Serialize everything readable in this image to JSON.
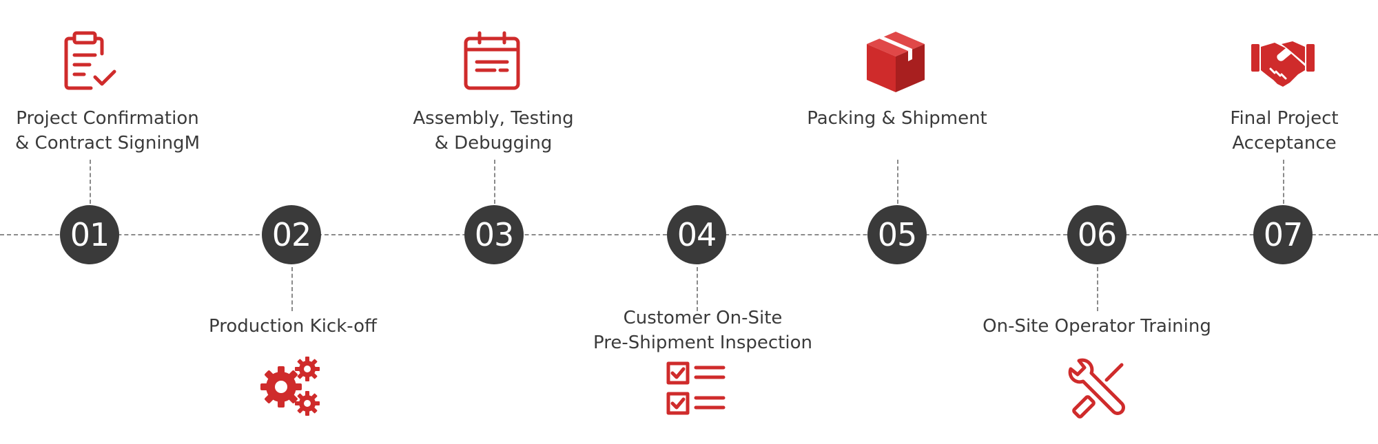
{
  "colors": {
    "accent": "#cf2b2b",
    "circle": "#3a3a3a",
    "text": "#3a3a3a",
    "dashes": "#8a8a8a"
  },
  "steps": [
    {
      "number": "01",
      "label": "Project Confirmation\n& Contract SigningM",
      "icon": "contract-checklist-icon"
    },
    {
      "number": "02",
      "label": "Production Kick-off",
      "icon": "gears-icon"
    },
    {
      "number": "03",
      "label": "Assembly, Testing\n& Debugging",
      "icon": "calendar-icon"
    },
    {
      "number": "04",
      "label": "Customer On-Site\nPre-Shipment Inspection",
      "icon": "checklist-icon"
    },
    {
      "number": "05",
      "label": "Packing & Shipment",
      "icon": "box-icon"
    },
    {
      "number": "06",
      "label": "On-Site Operator Training",
      "icon": "tools-icon"
    },
    {
      "number": "07",
      "label": "Final Project\nAcceptance",
      "icon": "handshake-icon"
    }
  ]
}
